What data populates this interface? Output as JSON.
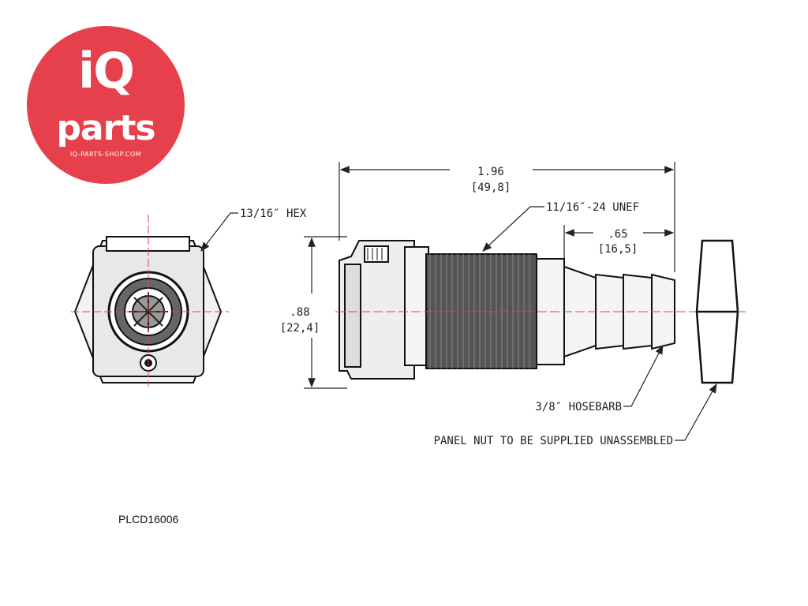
{
  "logo": {
    "brand_top": "iQ",
    "brand_bottom": "parts",
    "url": "IQ-PARTS-SHOP.COM",
    "color": "#e5404b"
  },
  "labels": {
    "hex": "13/16″ HEX",
    "overall_length_in": "1.96",
    "overall_length_mm": "[49,8]",
    "thread": "11/16″-24 UNEF",
    "barb_length_in": ".65",
    "barb_length_mm": "[16,5]",
    "height_in": ".88",
    "height_mm": "[22,4]",
    "hosebarb": "3/8″ HOSEBARB",
    "panel_nut_note": "PANEL NUT TO BE SUPPLIED UNASSEMBLED"
  },
  "part_number": "PLCD16006"
}
